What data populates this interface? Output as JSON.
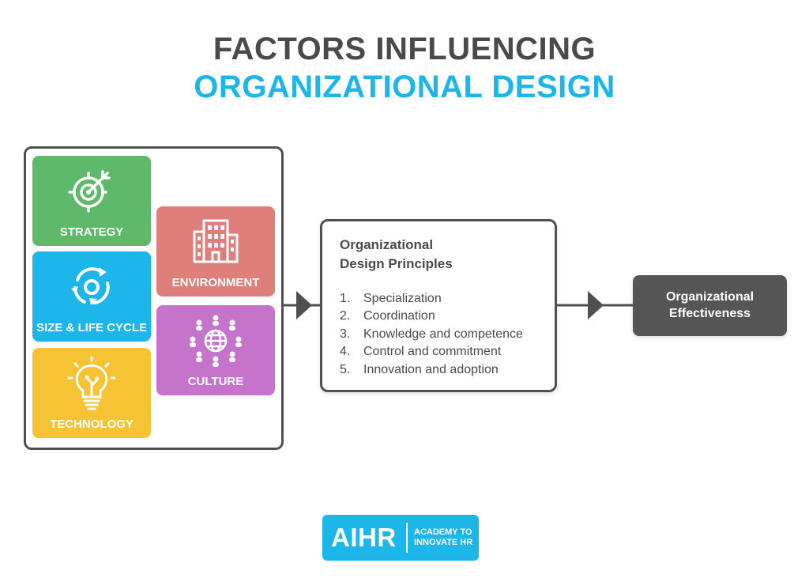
{
  "title": {
    "line1": "FACTORS INFLUENCING",
    "line2": "ORGANIZATIONAL DESIGN"
  },
  "factors": {
    "strategy": {
      "label": "STRATEGY",
      "icon": "target-icon",
      "color": "#5fb96a"
    },
    "size_life_cycle": {
      "label": "SIZE & LIFE CYCLE",
      "icon": "cycle-arrows-icon",
      "color": "#1cb6ea"
    },
    "technology": {
      "label": "TECHNOLOGY",
      "icon": "lightbulb-icon",
      "color": "#f5c333"
    },
    "environment": {
      "label": "ENVIRONMENT",
      "icon": "buildings-icon",
      "color": "#df7f7b"
    },
    "culture": {
      "label": "CULTURE",
      "icon": "globe-people-icon",
      "color": "#c673cc"
    }
  },
  "principles": {
    "heading_line1": "Organizational",
    "heading_line2": "Design Principles",
    "items": [
      {
        "num": "1.",
        "text": "Specialization"
      },
      {
        "num": "2.",
        "text": "Coordination"
      },
      {
        "num": "3.",
        "text": "Knowledge and competence"
      },
      {
        "num": "4.",
        "text": "Control and commitment"
      },
      {
        "num": "5.",
        "text": "Innovation and adoption"
      }
    ]
  },
  "outcome": {
    "line1": "Organizational",
    "line2": "Effectiveness"
  },
  "logo": {
    "mark": "AIHR",
    "tag_line1": "ACADEMY TO",
    "tag_line2": "INNOVATE HR",
    "color": "#1cb6ea"
  },
  "colors": {
    "title_dark": "#4a4a4a",
    "title_accent": "#1cb6ea",
    "frame": "#505050"
  }
}
